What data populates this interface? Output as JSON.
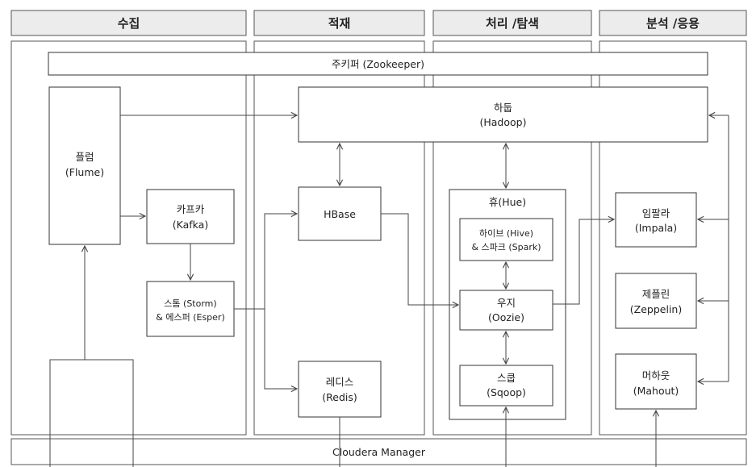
{
  "headers": {
    "collect": "수집",
    "store": "적재",
    "process": "처리 /탐색",
    "analyze": "분석 /응용"
  },
  "nodes": {
    "zookeeper": "주키퍼 (Zookeeper)",
    "hadoop": [
      "하둡",
      "(Hadoop)"
    ],
    "flume": [
      "플럼",
      "(Flume)"
    ],
    "kafka": [
      "카프카",
      "(Kafka)"
    ],
    "storm": [
      "스톰 (Storm)",
      "& 에스퍼 (Esper)"
    ],
    "hbase": "HBase",
    "redis": [
      "레디스",
      "(Redis)"
    ],
    "hue": "휴(Hue)",
    "hive": [
      "하이브 (Hive)",
      "& 스파크 (Spark)"
    ],
    "oozie": [
      "우지",
      "(Oozie)"
    ],
    "sqoop": [
      "스쿱",
      "(Sqoop)"
    ],
    "impala": [
      "임팔라",
      "(Impala)"
    ],
    "zeppelin": [
      "제플린",
      "(Zeppelin)"
    ],
    "mahout": [
      "머하웃",
      "(Mahout)"
    ],
    "cloudera": "Cloudera Manager"
  },
  "colors": {
    "header_fill": "#ececec",
    "line": "#444444",
    "box_stroke": "#333333"
  }
}
